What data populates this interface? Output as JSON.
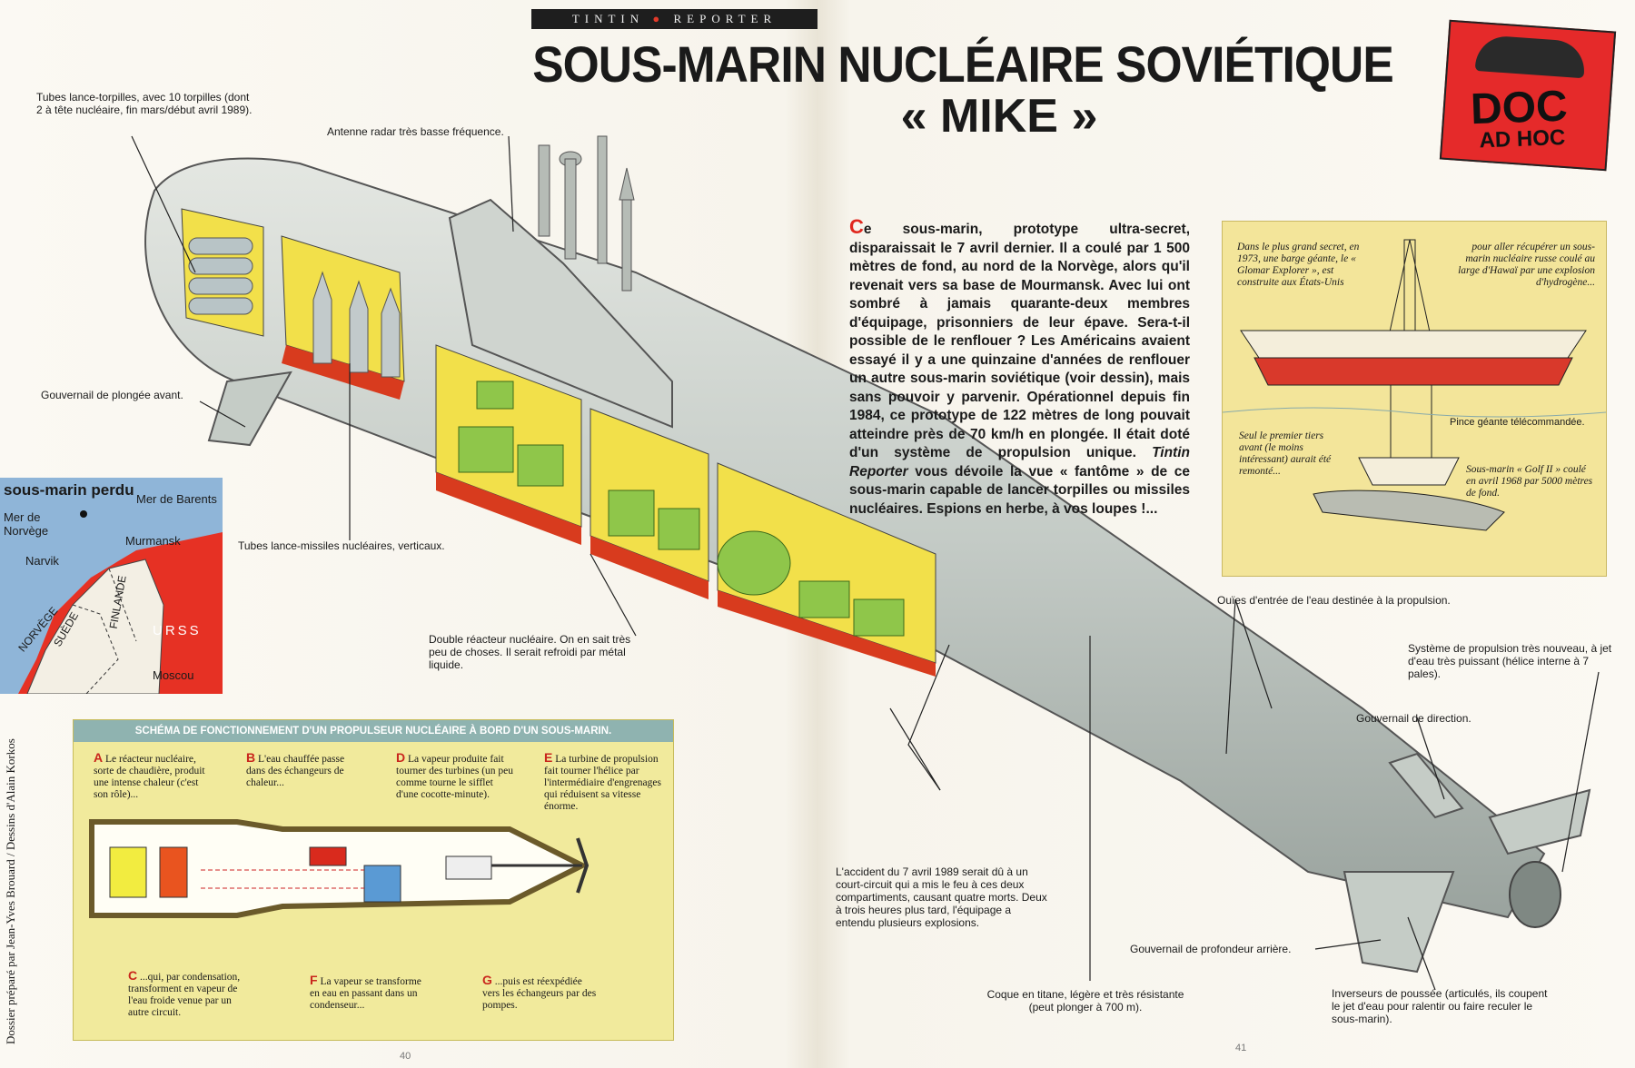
{
  "header": {
    "series": "TINTIN",
    "series_sub": "REPORTER",
    "title": "SOUS-MARIN NUCLÉAIRE SOVIÉTIQUE",
    "subtitle": "« MIKE »",
    "badge_line1": "DOC",
    "badge_line2": "AD HOC"
  },
  "labels": {
    "torpedo_tubes": "Tubes lance-torpilles, avec 10 torpilles (dont 2 à tête nucléaire, fin mars/début avril 1989).",
    "radar": "Antenne radar très basse fréquence.",
    "front_rudder": "Gouvernail de plongée avant.",
    "missile_tubes": "Tubes lance-missiles nucléaires, verticaux.",
    "reactor": "Double réacteur nucléaire. On en sait très peu de choses. Il serait refroidi par métal liquide.",
    "accident": "L'accident du 7 avril 1989 serait dû à un court-circuit qui a mis le feu à ces deux compartiments, causant quatre morts. Deux à trois heures plus tard, l'équipage a entendu plusieurs explosions.",
    "hull": "Coque en titane, légère et très résistante (peut plonger à 700 m).",
    "water_intake": "Ouïes d'entrée de l'eau destinée à la propulsion.",
    "propulsion": "Système de propulsion très nouveau, à jet d'eau très puissant (hélice interne à 7 pales).",
    "direction_rudder": "Gouvernail de direction.",
    "rear_rudder": "Gouvernail de profondeur arrière.",
    "thrust_reversers": "Inverseurs de poussée (articulés, ils coupent le jet d'eau pour ralentir ou faire reculer le sous-marin)."
  },
  "intro": {
    "drop": "C",
    "text_before_italic": "e sous-marin, prototype ultra-secret, disparaissait le 7 avril dernier. Il a coulé par 1 500 mètres de fond, au nord de la Norvège, alors qu'il revenait vers sa base de Mourmansk. Avec lui ont sombré à jamais quarante-deux membres d'équipage, prisonniers de leur épave. Sera-t-il possible de le renflouer ? Les Américains avaient essayé il y a une quinzaine d'années de renflouer un autre sous-marin soviétique (voir dessin), mais sans pouvoir y parvenir. Opérationnel depuis fin 1984, ce prototype de 122 mètres de long pouvait atteindre près de 70 km/h en plongée. Il était doté d'un système de propulsion unique.",
    "italic": "Tintin Reporter",
    "text_after_italic": "vous dévoile la vue « fantôme » de ce sous-marin capable de lancer torpilles ou missiles nucléaires. Espions en herbe, à vos loupes !..."
  },
  "inset": {
    "left_text": "Dans le plus grand secret, en 1973, une barge géante, le « Glomar Explorer », est construite aux États-Unis",
    "right_text": "pour aller récupérer un sous-marin nucléaire russe coulé au large d'Hawaï par une explosion d'hydrogène...",
    "claw": "Pince géante télécommandée.",
    "front_third": "Seul le premier tiers avant (le moins intéressant) aurait été remonté...",
    "golf": "Sous-marin « Golf II » coulé en avril 1968 par 5000 mètres de fond."
  },
  "map": {
    "title": "sous-marin perdu",
    "barents": "Mer de Barents",
    "norvege_sea": "Mer de Norvège",
    "murmansk": "Murmansk",
    "narvik": "Narvik",
    "norvege": "NORVÈGE",
    "suede": "SUÈDE",
    "finlande": "FINLANDE",
    "urss": "URSS",
    "moscou": "Moscou"
  },
  "schema": {
    "title": "SCHÉMA DE FONCTIONNEMENT D'UN PROPULSEUR NUCLÉAIRE À BORD D'UN SOUS-MARIN.",
    "a_letter": "A",
    "a": "Le réacteur nucléaire, sorte de chaudière, produit une intense chaleur (c'est son rôle)...",
    "b_letter": "B",
    "b": "L'eau chauffée passe dans des échangeurs de chaleur...",
    "d_letter": "D",
    "d": "La vapeur produite fait tourner des turbines (un peu comme tourne le sifflet d'une cocotte-minute).",
    "e_letter": "E",
    "e": "La turbine de propulsion fait tourner l'hélice par l'intermédiaire d'engrenages qui réduisent sa vitesse énorme.",
    "c_letter": "C",
    "c": "...qui, par condensation, transforment en vapeur de l'eau froide venue par un autre circuit.",
    "f_letter": "F",
    "f": "La vapeur se transforme en eau en passant dans un condenseur...",
    "g_letter": "G",
    "g": "...puis est réexpédiée vers les échangeurs par des pompes."
  },
  "footer": {
    "credit": "Dossier préparé par Jean-Yves Brouard / Dessins d'Alain Korkos",
    "page_left": "40",
    "page_right": "41"
  }
}
